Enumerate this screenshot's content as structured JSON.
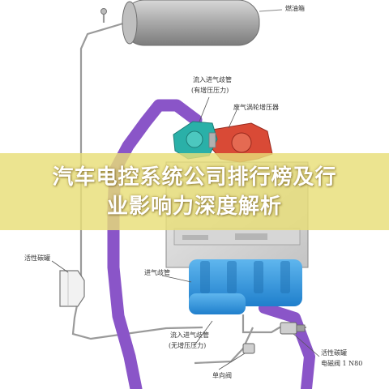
{
  "labels": {
    "fuel_tank": "燃油箱",
    "inlet_charged_1": "流入进气歧管",
    "inlet_charged_2": "(有增压压力)",
    "turbo": "废气涡轮增压器",
    "canister": "活性碳罐",
    "intake_manifold": "进气歧管",
    "inlet_uncharged_1": "流入进气歧管",
    "inlet_uncharged_2": "(无增压压力)",
    "valve_1": "活性碳罐",
    "valve_2": "电磁阀 1 N80",
    "check_valve": "单向阀"
  },
  "banner": {
    "line1": "汽车电控系统公司排行榜及行",
    "line2": "业影响力深度解析"
  },
  "colors": {
    "purple_pipe": "#8a55c8",
    "blue_manifold": "#2b8fd8",
    "turbo_red": "#d94a36",
    "turbo_teal": "#2ab0a8",
    "tank_gray": "#a3a3a3",
    "banner": "#e8de78"
  }
}
